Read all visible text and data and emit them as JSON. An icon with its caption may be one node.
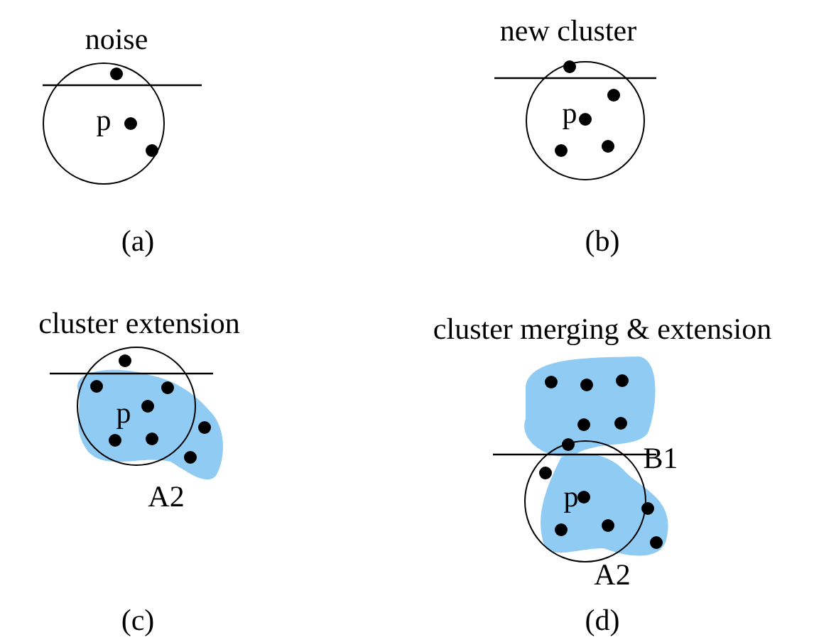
{
  "diagram": {
    "nodes": [
      {
        "text": [
          "p"
        ]
      },
      {
        "text": [
          "p"
        ]
      },
      {
        "text": [
          "p"
        ]
      },
      {
        "text": [
          "p"
        ]
      }
    ],
    "labels": [
      "noise",
      "(a)",
      "new cluster",
      "(b)",
      "cluster extension",
      "A2",
      "(c)",
      "cluster merging & extension",
      "B1",
      "A2",
      "(d)"
    ]
  }
}
